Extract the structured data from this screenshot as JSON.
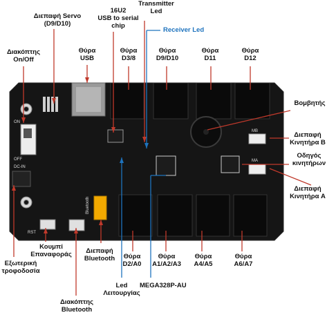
{
  "labels": {
    "switch_onoff": [
      "Διακόπτης",
      "On/Off"
    ],
    "servo": [
      "Διεπαφή Servo",
      "(D9/D10)"
    ],
    "usb_port": [
      "Θύρα",
      "USB"
    ],
    "usb_chip": [
      "16U2",
      "USB to serial",
      "chip"
    ],
    "tx_led": [
      "Transmitter",
      "Led"
    ],
    "rx_led": "Receiver Led",
    "port_d38": [
      "Θύρα",
      "D3/8"
    ],
    "port_d9d10": [
      "Θύρα",
      "D9/D10"
    ],
    "port_d11": [
      "Θύρα",
      "D11"
    ],
    "port_d12": [
      "Θύρα",
      "D12"
    ],
    "buzzer": "Βομβητής",
    "motor_b": [
      "Διεπαφή",
      "Κινητήρα B"
    ],
    "motor_driver": [
      "Οδηγός",
      "κινητήρων"
    ],
    "motor_a": [
      "Διεπαφή",
      "Κινητήρα A"
    ],
    "reset_button": [
      "Κουμπί",
      "Επαναφοράς"
    ],
    "external_power": [
      "Εξωτερική",
      "τροφοδοσία"
    ],
    "bt_interface": [
      "Διεπαφή",
      "Bluetooth"
    ],
    "bt_switch": [
      "Διακόπτης",
      "Bluetooth"
    ],
    "status_led": [
      "Led",
      "Λειτουργίας"
    ],
    "mcu": "MEGA328P-AU",
    "port_d2a0": [
      "Θύρα",
      "D2/A0"
    ],
    "port_a1a3": [
      "Θύρα",
      "A1/A2/A3"
    ],
    "port_a4a5": [
      "Θύρα",
      "A4/A5"
    ],
    "port_a6a7": [
      "Θύρα",
      "A6/A7"
    ]
  },
  "silkscreen": {
    "on": "ON",
    "off": "OFF",
    "dcin": "DC-IN",
    "rst": "RST",
    "mb": "MB",
    "ma": "MA",
    "bluetooth": "Bluetooth"
  },
  "colors": {
    "board": "#141414",
    "arrow_red": "#c0392b",
    "arrow_blue": "#1e73be",
    "label_blue": "#1e73be"
  }
}
